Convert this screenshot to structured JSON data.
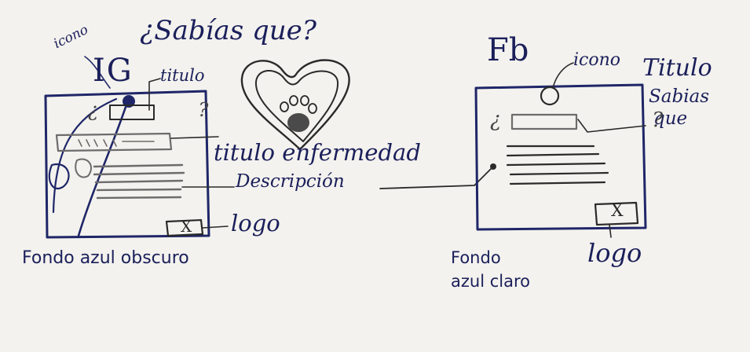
{
  "headline": "¿Sabías que?",
  "instagram": {
    "platform": "IG",
    "icon_label": "icono",
    "title_label": "titulo",
    "disease_title_label": "titulo enfermedad",
    "description_label": "Descripción",
    "logo_label": "logo",
    "logo_mark": "X",
    "background_note": "Fondo azul obscuro",
    "card_mark": "¿ ?"
  },
  "facebook": {
    "platform": "Fb",
    "icon_label": "icono",
    "title_label": "Titulo",
    "title_text_line1": "Sabias",
    "title_text_line2": "que",
    "logo_label": "logo",
    "logo_mark": "X",
    "background_note_line1": "Fondo",
    "background_note_line2": "azul claro",
    "card_mark": "¿ ?"
  },
  "colors": {
    "paper": "#f3f2ee",
    "pen_blue": "#1f2668",
    "pencil_gray": "#6d6b6b",
    "pen_black": "#2a2a2a"
  }
}
